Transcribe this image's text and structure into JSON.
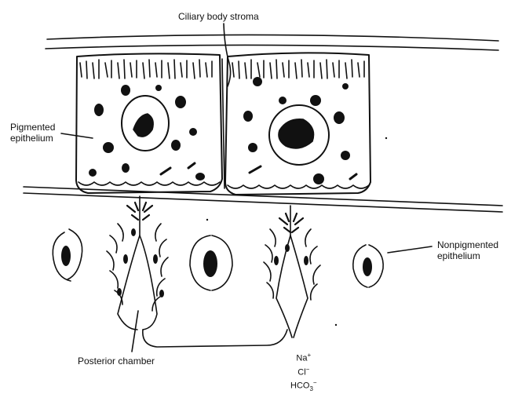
{
  "labels": {
    "stroma": "Ciliary body stroma",
    "pigmented_line1": "Pigmented",
    "pigmented_line2": "epithelium",
    "nonpigmented_line1": "Nonpigmented",
    "nonpigmented_line2": "epithelium",
    "posterior": "Posterior chamber",
    "ion_na": "Na",
    "ion_na_charge": "+",
    "ion_cl": "Cl",
    "ion_cl_charge": "−",
    "ion_hco": "HCO",
    "ion_hco_sub": "3",
    "ion_hco_charge": "−"
  },
  "colors": {
    "ink": "#111111",
    "paper": "#ffffff"
  }
}
